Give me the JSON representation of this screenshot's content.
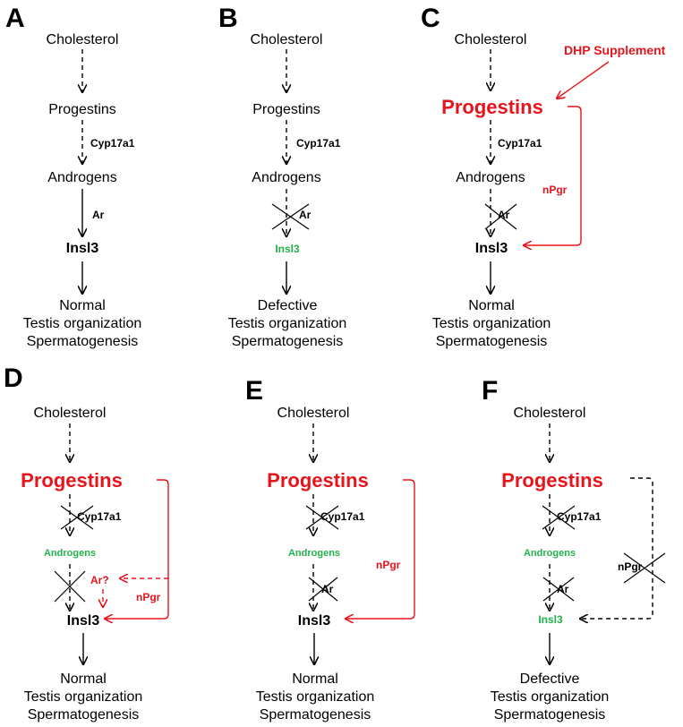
{
  "panels": {
    "a": {
      "letter": "A",
      "top": "Cholesterol",
      "mid": "Progestins",
      "enzyme": "Cyp17a1",
      "andro": "Androgens",
      "receptor": "Ar",
      "insl": "Insl3",
      "out1": "Normal",
      "out2": "Testis organization",
      "out3": "Spermatogenesis"
    },
    "b": {
      "letter": "B",
      "top": "Cholesterol",
      "mid": "Progestins",
      "enzyme": "Cyp17a1",
      "andro": "Androgens",
      "receptor": "Ar",
      "insl": "Insl3",
      "out1": "Defective",
      "out2": "Testis organization",
      "out3": "Spermatogenesis"
    },
    "c": {
      "letter": "C",
      "top": "Cholesterol",
      "supplement": "DHP Supplement",
      "mid": "Progestins",
      "enzyme": "Cyp17a1",
      "andro": "Androgens",
      "npgr": "nPgr",
      "receptor": "Ar",
      "insl": "Insl3",
      "out1": "Normal",
      "out2": "Testis organization",
      "out3": "Spermatogenesis"
    },
    "d": {
      "letter": "D",
      "top": "Cholesterol",
      "mid": "Progestins",
      "enzyme": "Cyp17a1",
      "andro": "Androgens",
      "receptor_q": "Ar?",
      "npgr": "nPgr",
      "insl": "Insl3",
      "out1": "Normal",
      "out2": "Testis organization",
      "out3": "Spermatogenesis"
    },
    "e": {
      "letter": "E",
      "top": "Cholesterol",
      "mid": "Progestins",
      "enzyme": "Cyp17a1",
      "andro": "Androgens",
      "npgr": "nPgr",
      "receptor": "Ar",
      "insl": "Insl3",
      "out1": "Normal",
      "out2": "Testis organization",
      "out3": "Spermatogenesis"
    },
    "f": {
      "letter": "F",
      "top": "Cholesterol",
      "mid": "Progestins",
      "enzyme": "Cyp17a1",
      "andro": "Androgens",
      "npgr": "nPgr",
      "receptor": "Ar",
      "insl": "Insl3",
      "out1": "Defective",
      "out2": "Testis organization",
      "out3": "Spermatogenesis"
    }
  },
  "colors": {
    "red": "#e8141b",
    "green": "#22b24c",
    "black": "#000000"
  }
}
